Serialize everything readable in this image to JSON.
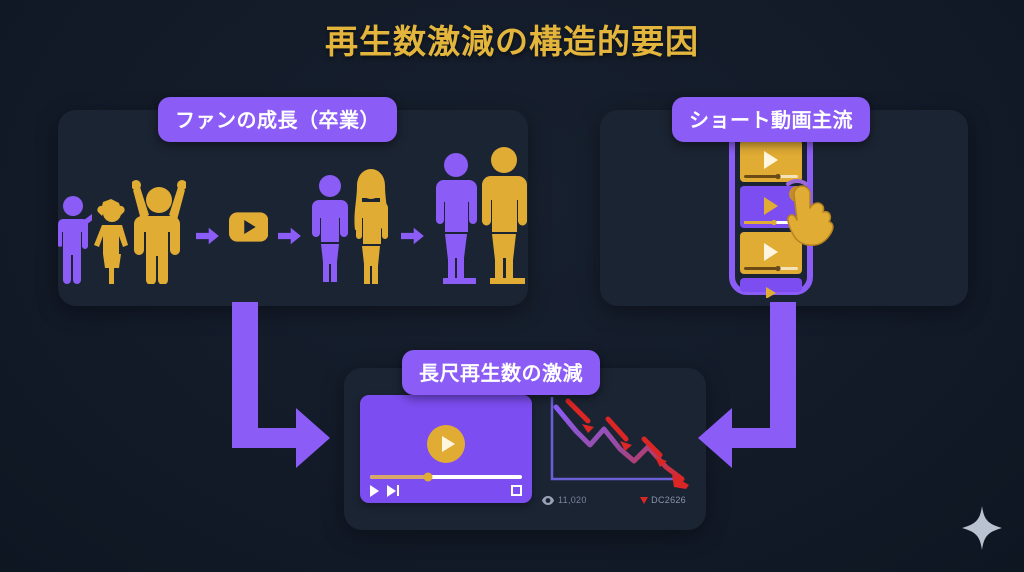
{
  "page": {
    "title": "再生数激減の構造的要因",
    "background_color": "#131b29",
    "accent_purple": "#8b5cf6",
    "accent_gold": "#e0ac34",
    "alert_red": "#dc2626"
  },
  "cards": {
    "growth": {
      "badge": "ファンの成長（卒業）",
      "icons": {
        "children_group": "children-silhouettes",
        "arrow_1": "arrow-right-icon",
        "youtube": "youtube-play-logo",
        "arrow_2": "arrow-right-icon",
        "teens_group": "teen-silhouettes",
        "arrow_3": "arrow-right-icon",
        "adults_group": "adult-silhouettes"
      }
    },
    "short": {
      "badge": "ショート動画主流",
      "icons": {
        "phone": "smartphone-icon",
        "hand": "tap-hand-icon",
        "feed_items": [
          "short-video-card",
          "short-video-card",
          "short-video-card",
          "short-video-card"
        ]
      }
    },
    "drop": {
      "badge": "長尺再生数の激減",
      "player": {
        "play_icon": "play-button-icon",
        "controls": [
          "play-icon",
          "next-icon",
          "fullscreen-icon"
        ],
        "progress_percent": 38
      },
      "stats": {
        "views_icon": "eye-icon",
        "views": "11,020",
        "trend_icon": "triangle-down-icon",
        "trend_label": "DC2626"
      }
    }
  },
  "connectors": {
    "left": "arrow-down-right",
    "right": "arrow-down-left"
  },
  "decoration": {
    "sparkle": "sparkle-icon"
  },
  "chart_data": {
    "type": "line",
    "title": "長尺再生数の激減",
    "x": [
      0,
      1,
      2,
      3,
      4,
      5,
      6,
      7,
      8
    ],
    "values": [
      100,
      72,
      58,
      70,
      52,
      40,
      50,
      28,
      8
    ],
    "xlabel": "",
    "ylabel": "",
    "ylim": [
      0,
      100
    ],
    "grid": false,
    "annotations": [
      "decline-arrow",
      "decline-arrow",
      "decline-arrow"
    ],
    "line_color_start": "#8b5cf6",
    "line_color_end": "#dc2626"
  }
}
